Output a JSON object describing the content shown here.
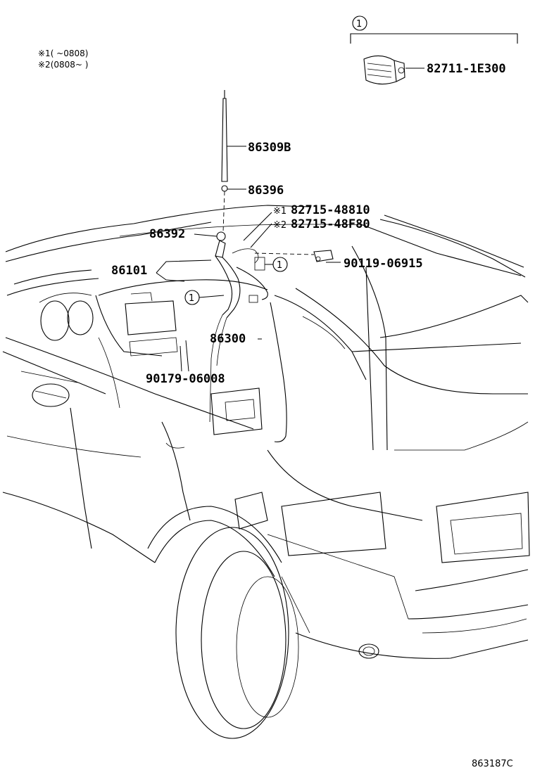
{
  "notes": {
    "note1": "※1(     ~0808)",
    "note2": "※2(0808~     )"
  },
  "callout_number": "1",
  "parts": {
    "p82711": "82711-1E300",
    "p86309B": "86309B",
    "p86396": "86396",
    "p82715a": "82715-48810",
    "p82715b": "82715-48F80",
    "mark1": "※1",
    "mark2": "※2",
    "p86392": "86392",
    "p86101": "86101",
    "p90119": "90119-06915",
    "p86300": "86300",
    "p90179": "90179-06008"
  },
  "reference_code": "863187C"
}
